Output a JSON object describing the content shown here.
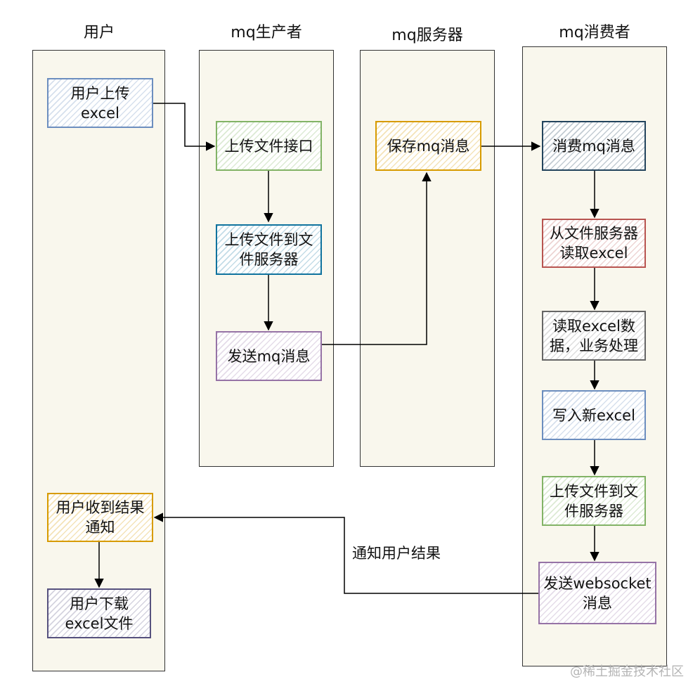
{
  "lanes": {
    "user": "用户",
    "producer": "mq生产者",
    "server": "mq服务器",
    "consumer": "mq消费者"
  },
  "nodes": {
    "user_upload": "用户上传\nexcel",
    "upload_api": "上传文件接口",
    "upload_to_fs": "上传文件到文\n件服务器",
    "send_mq": "发送mq消息",
    "save_mq": "保存mq消息",
    "consume_mq": "消费mq消息",
    "read_from_fs": "从文件服务器\n读取excel",
    "read_process": "读取excel数\n据，业务处理",
    "write_new": "写入新excel",
    "upload_to_fs_2": "上传文件到文\n件服务器",
    "send_ws": "发送websocket\n消息",
    "user_notified": "用户收到结果\n通知",
    "user_download": "用户下载\nexcel文件"
  },
  "edge_labels": {
    "notify": "通知用户结果"
  },
  "watermark": "@稀土掘金技术社区",
  "colors": {
    "lane_fill": "#f9f7ed",
    "blue": "#6c8ebf",
    "green": "#82b366",
    "teal": "#10739e",
    "purple": "#9673a6",
    "orange": "#d79b00",
    "navy": "#23445d",
    "red": "#b85450",
    "gray": "#666666",
    "indigo": "#56517e"
  }
}
